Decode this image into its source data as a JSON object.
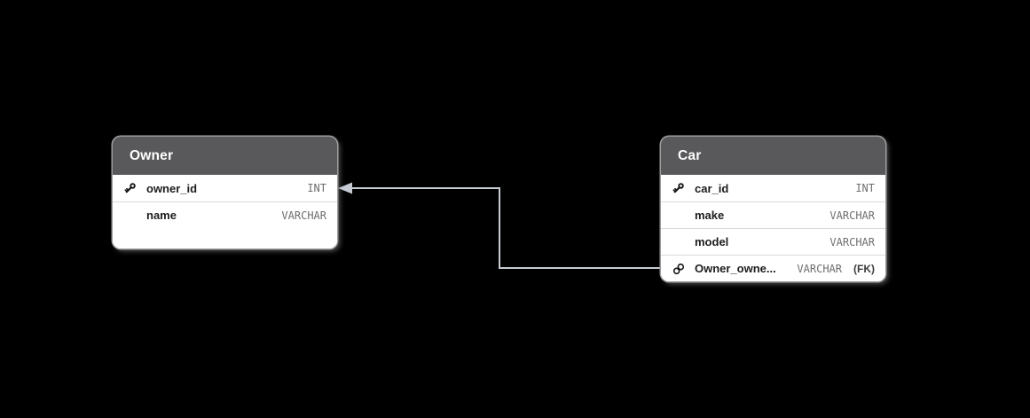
{
  "diagram": {
    "type": "entity-relationship-diagram",
    "tables": [
      {
        "id": "owner",
        "title": "Owner",
        "fields": [
          {
            "name": "owner_id",
            "type": "INT",
            "icon": "key-icon",
            "fk_label": ""
          },
          {
            "name": "name",
            "type": "VARCHAR",
            "icon": "",
            "fk_label": ""
          }
        ]
      },
      {
        "id": "car",
        "title": "Car",
        "fields": [
          {
            "name": "car_id",
            "type": "INT",
            "icon": "key-icon",
            "fk_label": ""
          },
          {
            "name": "make",
            "type": "VARCHAR",
            "icon": "",
            "fk_label": ""
          },
          {
            "name": "model",
            "type": "VARCHAR",
            "icon": "",
            "fk_label": ""
          },
          {
            "name": "Owner_owne...",
            "type": "VARCHAR",
            "icon": "link-icon",
            "fk_label": "(FK)"
          }
        ]
      }
    ],
    "relationship": {
      "from": "Car.Owner_owne...",
      "to": "Owner.owner_id",
      "arrow": "points-to-Owner"
    },
    "colors": {
      "canvas_bg": "#000000",
      "header_bg": "#59595b",
      "header_text": "#ffffff",
      "body_bg": "#ffffff",
      "divider": "#d9d9d9",
      "field_text": "#1c1c1c",
      "type_text": "#6e6e6e",
      "fk_text": "#3c3c3c",
      "table_border": "#9c9c9c",
      "connector": "#c6cbd4"
    }
  }
}
